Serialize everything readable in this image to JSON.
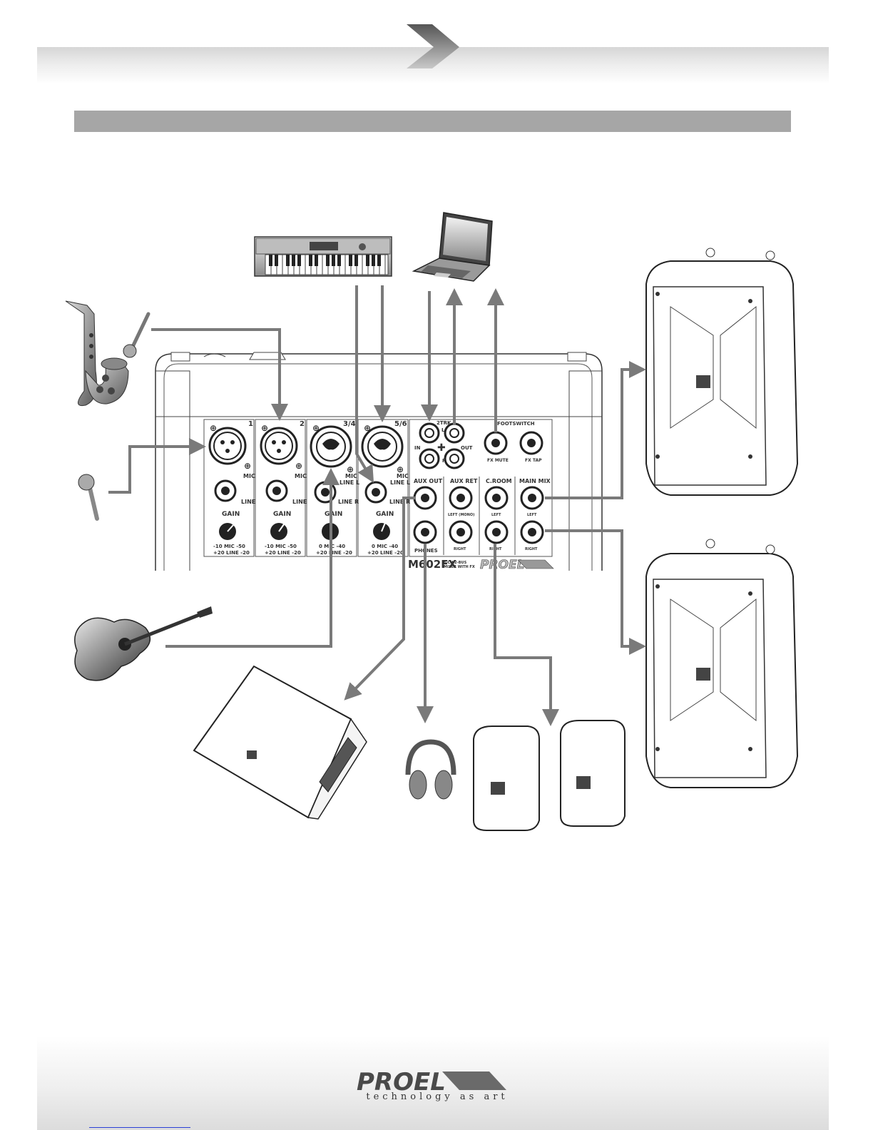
{
  "header": {
    "chevron_icon": "chevron-right-icon"
  },
  "mixer": {
    "model": "M602FX",
    "subtitle_line1": "6-CH 2-BUS",
    "subtitle_line2": "MIXER WITH FX",
    "brand": "PROEL",
    "channels": [
      {
        "number": "1",
        "mic": "MIC",
        "line": "LINE",
        "gain": "GAIN",
        "range1": "-10  MIC  -50",
        "range2": "+20  LINE  -20"
      },
      {
        "number": "2",
        "mic": "MIC",
        "line": "LINE",
        "gain": "GAIN",
        "range1": "-10  MIC  -50",
        "range2": "+20  LINE  -20"
      },
      {
        "number": "3/4",
        "mic": "MIC",
        "mic2": "LINE L",
        "line": "LINE R",
        "gain": "GAIN",
        "range1": "0  MIC  -40",
        "range2": "+20  LINE  -20"
      },
      {
        "number": "5/6",
        "mic": "MIC",
        "mic2": "LINE L",
        "line": "LINE R",
        "gain": "GAIN",
        "range1": "0  MIC  -40",
        "range2": "+20  LINE  -20"
      }
    ],
    "twotrk": {
      "label": "2TRK",
      "in": "IN",
      "out": "OUT",
      "l": "L",
      "r": "R"
    },
    "footswitch": {
      "label": "FOOTSWITCH",
      "fx_mute": "FX MUTE",
      "fx_tap": "FX TAP"
    },
    "aux_out": "AUX OUT",
    "phones": "PHONES",
    "aux_ret": {
      "label": "AUX RET",
      "left": "LEFT (MONO)",
      "right": "RIGHT"
    },
    "croom": {
      "label": "C.ROOM",
      "left": "LEFT",
      "right": "RIGHT"
    },
    "main_mix": {
      "label": "MAIN MIX",
      "left": "LEFT",
      "right": "RIGHT"
    }
  },
  "footer": {
    "brand": "PROEL",
    "tagline": "technology as art",
    "link_text": ""
  },
  "colors": {
    "cable": "#7a7a7a",
    "bar": "#a6a6a6",
    "dark": "#333333"
  }
}
